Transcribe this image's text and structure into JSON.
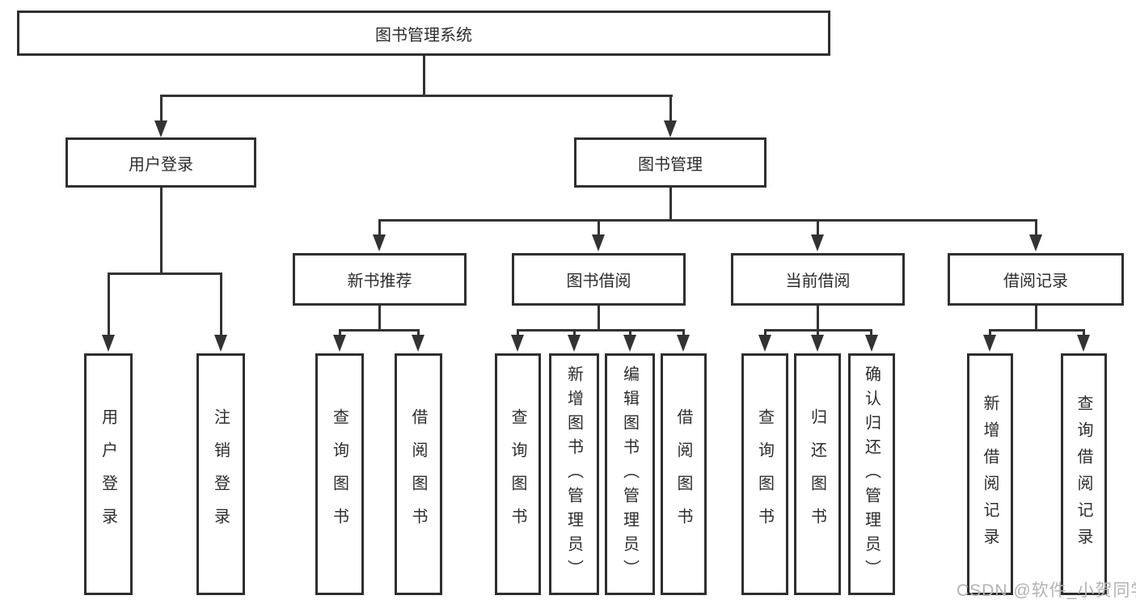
{
  "diagram": {
    "title_node": "图书管理系统",
    "branches": [
      {
        "label": "用户登录",
        "children": [
          {
            "label": "用户登录"
          },
          {
            "label": "注销登录"
          }
        ]
      },
      {
        "label": "图书管理",
        "children": [
          {
            "label": "新书推荐",
            "children": [
              {
                "label": "查询图书"
              },
              {
                "label": "借阅图书"
              }
            ]
          },
          {
            "label": "图书借阅",
            "children": [
              {
                "label": "查询图书"
              },
              {
                "label": "新增图书（管理员）"
              },
              {
                "label": "编辑图书（管理员）"
              },
              {
                "label": "借阅图书"
              }
            ]
          },
          {
            "label": "当前借阅",
            "children": [
              {
                "label": "查询图书"
              },
              {
                "label": "归还图书"
              },
              {
                "label": "确认归还（管理员）"
              }
            ]
          },
          {
            "label": "借阅记录",
            "children": [
              {
                "label": "新增借阅记录"
              },
              {
                "label": "查询借阅记录"
              }
            ]
          }
        ]
      }
    ]
  },
  "watermark": {
    "text": "CSDN @软件_小贺同学"
  },
  "colors": {
    "line": "#333333",
    "box_border": "#2f2f2f",
    "text": "#2d2d2d",
    "background": "#ffffff",
    "watermark": "#b3b3b3"
  }
}
